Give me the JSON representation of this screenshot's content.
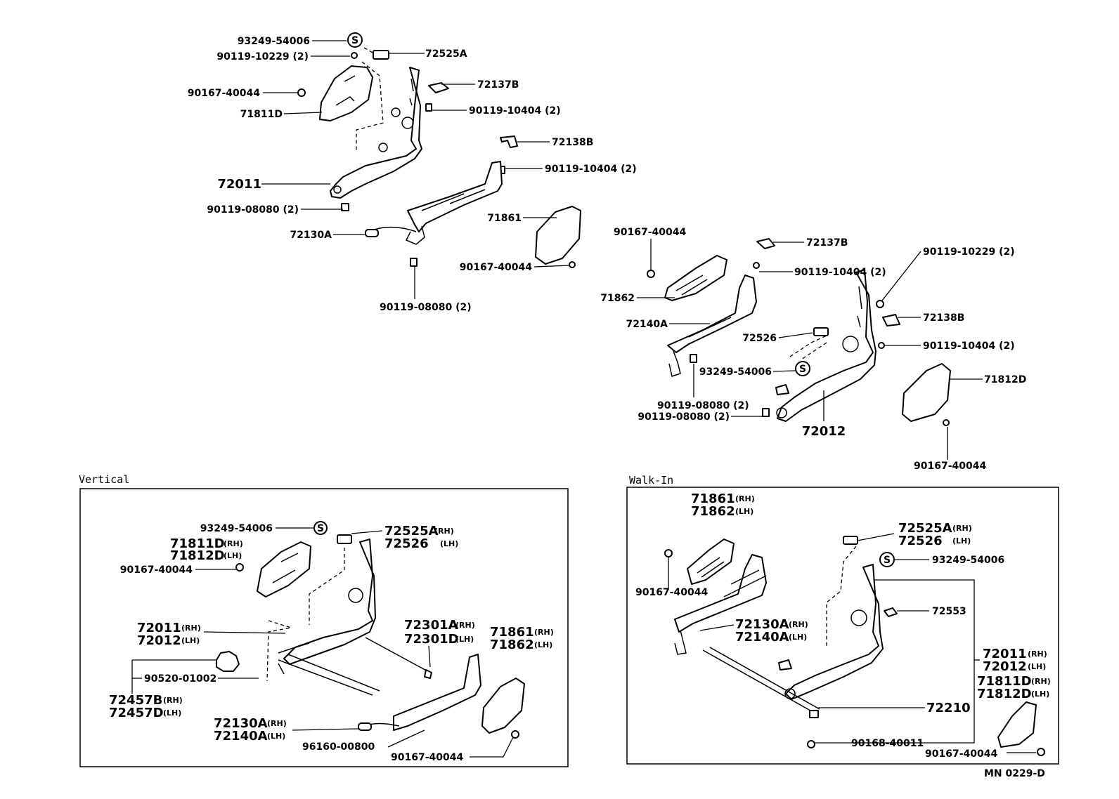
{
  "figure_code": "MN 0229-D",
  "sections": {
    "vertical": "Vertical",
    "walk_in": "Walk-In"
  },
  "rh": "(RH)",
  "lh": "(LH)",
  "s_mark": "S",
  "top_left": [
    "93249-54006",
    "90119-10229 (2)",
    "72525A",
    "90167-40044",
    "71811D",
    "72137B",
    "90119-10404 (2)",
    "72138B",
    "90119-10404 (2)",
    "72011",
    "90119-08080 (2)",
    "71861",
    "72130A",
    "90167-40044",
    "90119-08080 (2)"
  ],
  "top_right": [
    "90167-40044",
    "72137B",
    "90119-10229 (2)",
    "90119-10404 (2)",
    "71862",
    "72140A",
    "72138B",
    "72526",
    "90119-10404 (2)",
    "93249-54006",
    "71812D",
    "90119-08080 (2)",
    "90119-08080 (2)",
    "72012",
    "90167-40044"
  ],
  "vertical": {
    "l_93249": "93249-54006",
    "l_72525A": "72525A",
    "l_72526": "72526",
    "l_71811D": "71811D",
    "l_71812D": "71812D",
    "l_90167_a": "90167-40044",
    "l_72011": "72011",
    "l_72012": "72012",
    "l_72301A": "72301A",
    "l_72301D": "72301D",
    "l_71861": "71861",
    "l_71862": "71862",
    "l_90520": "90520-01002",
    "l_72457B": "72457B",
    "l_72457D": "72457D",
    "l_72130A": "72130A",
    "l_72140A": "72140A",
    "l_96160": "96160-00800",
    "l_90167_b": "90167-40044"
  },
  "walk_in": {
    "l_71861": "71861",
    "l_71862": "71862",
    "l_72525A": "72525A",
    "l_72526": "72526",
    "l_93249": "93249-54006",
    "l_90167_a": "90167-40044",
    "l_72553": "72553",
    "l_72130A": "72130A",
    "l_72140A": "72140A",
    "l_72011": "72011",
    "l_72012": "72012",
    "l_71811D": "71811D",
    "l_71812D": "71812D",
    "l_72210": "72210",
    "l_90168": "90168-40011",
    "l_90167_b": "90167-40044"
  }
}
